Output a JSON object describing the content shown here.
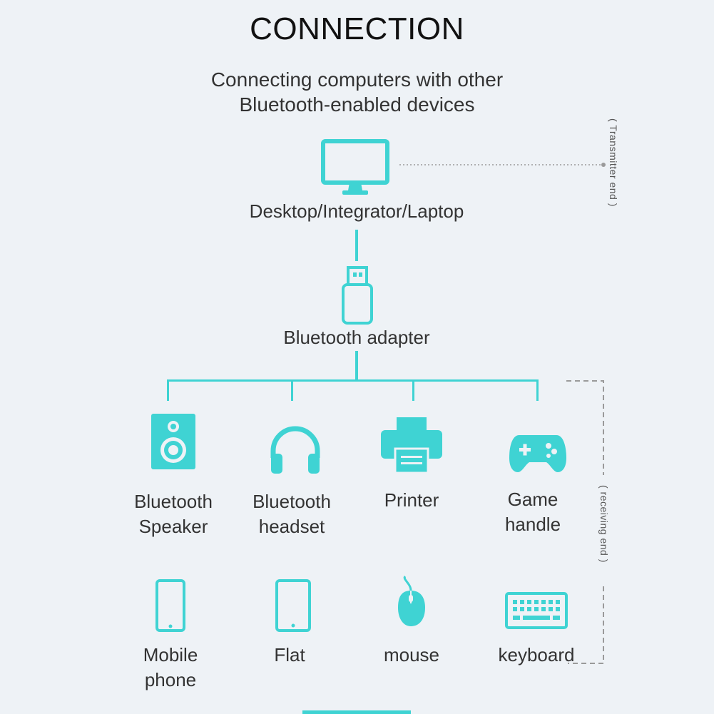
{
  "header": {
    "title": "CONNECTION",
    "subtitle_line1": "Connecting computers with other",
    "subtitle_line2": "Bluetooth-enabled devices"
  },
  "transmitter": {
    "label": "Desktop/Integrator/Laptop",
    "side_label": "( Transmitter end )",
    "icon": "monitor-icon"
  },
  "adapter": {
    "label": "Bluetooth adapter",
    "icon": "usb-dongle-icon"
  },
  "receiving": {
    "side_label": "( receiving end )",
    "devices": [
      {
        "line1": "Bluetooth",
        "line2": "Speaker",
        "icon": "speaker-icon"
      },
      {
        "line1": "Bluetooth",
        "line2": "headset",
        "icon": "headphones-icon"
      },
      {
        "line1": "Printer",
        "line2": "",
        "icon": "printer-icon"
      },
      {
        "line1": "Game",
        "line2": "handle",
        "icon": "gamepad-icon"
      },
      {
        "line1": "Mobile",
        "line2": "phone",
        "icon": "phone-icon"
      },
      {
        "line1": "Flat",
        "line2": "",
        "icon": "tablet-icon"
      },
      {
        "line1": "mouse",
        "line2": "",
        "icon": "mouse-icon"
      },
      {
        "line1": "keyboard",
        "line2": "",
        "icon": "keyboard-icon"
      }
    ]
  },
  "colors": {
    "accent": "#3fd3d3",
    "background": "#eef2f6",
    "text": "#333333",
    "title": "#111111",
    "guide": "#9a9a9a"
  }
}
